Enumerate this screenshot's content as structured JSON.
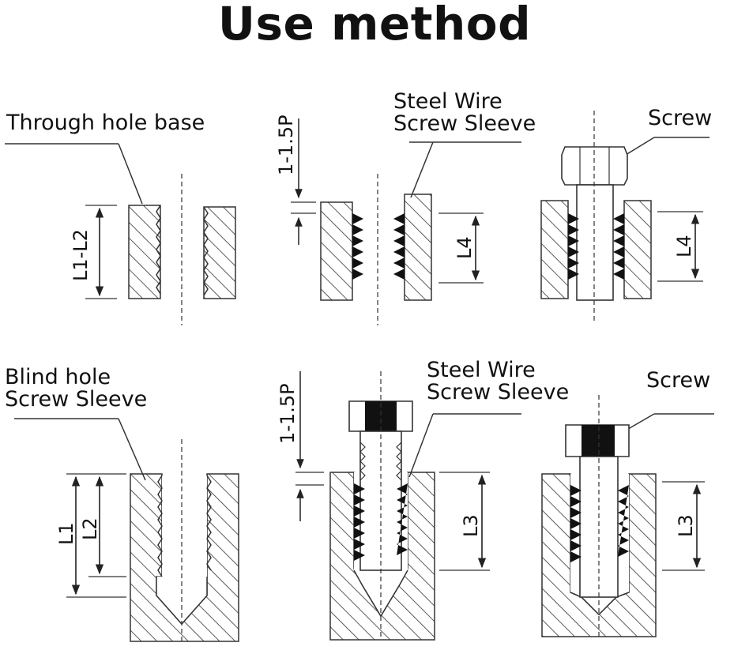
{
  "title": "Use method",
  "labels": {
    "through_hole_base": "Through hole base",
    "steel_wire_top_line1": "Steel Wire",
    "steel_wire_top_line2": "Screw Sleeve",
    "screw_top": "Screw",
    "blind_hole_line1": "Blind hole",
    "blind_hole_line2": "Screw Sleeve",
    "steel_wire_bottom_line1": "Steel Wire",
    "steel_wire_bottom_line2": "Screw Sleeve",
    "screw_bottom": "Screw"
  },
  "dimensions": {
    "l1_l2": "L1-L2",
    "pitch_top": "1-1.5P",
    "l4_a": "L4",
    "l4_b": "L4",
    "pitch_bottom": "1-1.5P",
    "l1": "L1",
    "l2": "L2",
    "l3_a": "L3",
    "l3_b": "L3"
  }
}
